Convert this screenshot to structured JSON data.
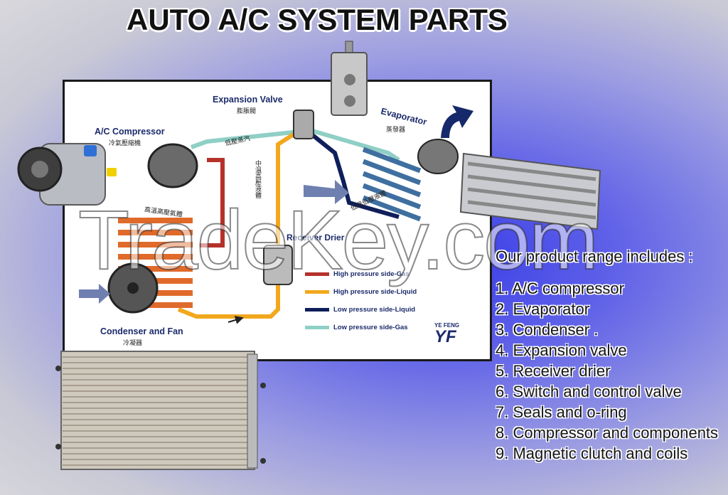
{
  "title": "AUTO A/C SYSTEM PARTS",
  "diagram": {
    "labels": {
      "expansion_valve": "Expansion Valve",
      "expansion_valve_zh": "膨脹閥",
      "evaporator": "Evaporator",
      "evaporator_zh": "蒸發器",
      "ac_compressor": "A/C Compressor",
      "ac_compressor_zh": "冷氣壓縮機",
      "receiver_drier": "Receiver Drier",
      "condenser_fan": "Condenser and Fan",
      "condenser_fan_zh": "冷凝器",
      "low_pressure_vapor_zh": "低壓蒸汽",
      "mid_temp_liquid_zh": "中溫高壓液體",
      "low_temp_liquid_zh": "低溫低壓液體",
      "high_temp_gas_zh": "高溫高壓氣體"
    },
    "legend": [
      {
        "label": "High pressure side-Gas",
        "color": "#b5322b"
      },
      {
        "label": "High pressure side-Liquid",
        "color": "#f2a81d"
      },
      {
        "label": "Low pressure side-Liquid",
        "color": "#0f1f5a"
      },
      {
        "label": "Low pressure side-Gas",
        "color": "#8fcfc6"
      }
    ],
    "brand": {
      "name": "YE FENG",
      "mark": "YF"
    }
  },
  "watermark": "TradeKey.com",
  "products": {
    "heading": "Our product range includes :",
    "items": [
      "1. A/C compressor",
      "2. Evaporator",
      "3. Condenser  .",
      "4. Expansion valve",
      "5. Receiver drier",
      "6. Switch and control valve",
      "7. Seals and o-ring",
      "8. Compressor and components",
      "9. Magnetic clutch and coils"
    ]
  }
}
